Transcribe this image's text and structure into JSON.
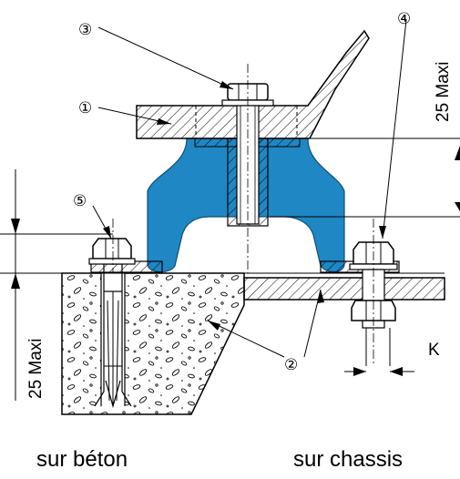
{
  "drawing": {
    "callouts": {
      "c1": "①",
      "c2": "②",
      "c3": "③",
      "c4": "④",
      "c5": "⑤"
    },
    "dimensions": {
      "top_max": "25 Maxi",
      "left_max": "25 Maxi",
      "k": "K"
    },
    "captions": {
      "concrete": "sur béton",
      "chassis": "sur chassis"
    },
    "colors": {
      "mount": "#1f87c4",
      "line": "#000000",
      "background": "#ffffff"
    }
  }
}
